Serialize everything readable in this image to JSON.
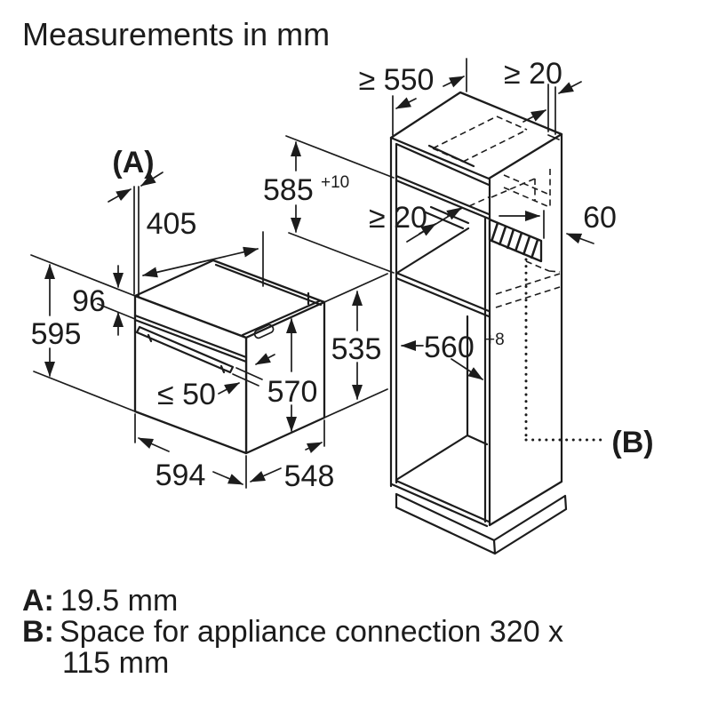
{
  "title": "Measurements in mm",
  "colors": {
    "line": "#1c1c1c",
    "background": "#ffffff"
  },
  "oven_dims": {
    "a_ref": "(A)",
    "top_depth": "405",
    "panel_height": "96",
    "height": "595",
    "handle_clearance": "≤ 50",
    "body_height": "570",
    "width": "594",
    "depth": "548",
    "rear_height": "535"
  },
  "cabinet_dims": {
    "min_depth": "≥ 550",
    "min_wall_gap": "≥ 20",
    "niche_height": "585",
    "niche_height_tol": "+10",
    "min_shelf_gap": "≥ 20",
    "connection_offset": "60",
    "niche_width": "560",
    "niche_width_tol": "+8",
    "b_ref": "(B)"
  },
  "legend": {
    "a_key": "A:",
    "a_value": "19.5 mm",
    "b_key": "B:",
    "b_value_line1": "Space for appliance connection 320 x",
    "b_value_line2": "115 mm"
  }
}
